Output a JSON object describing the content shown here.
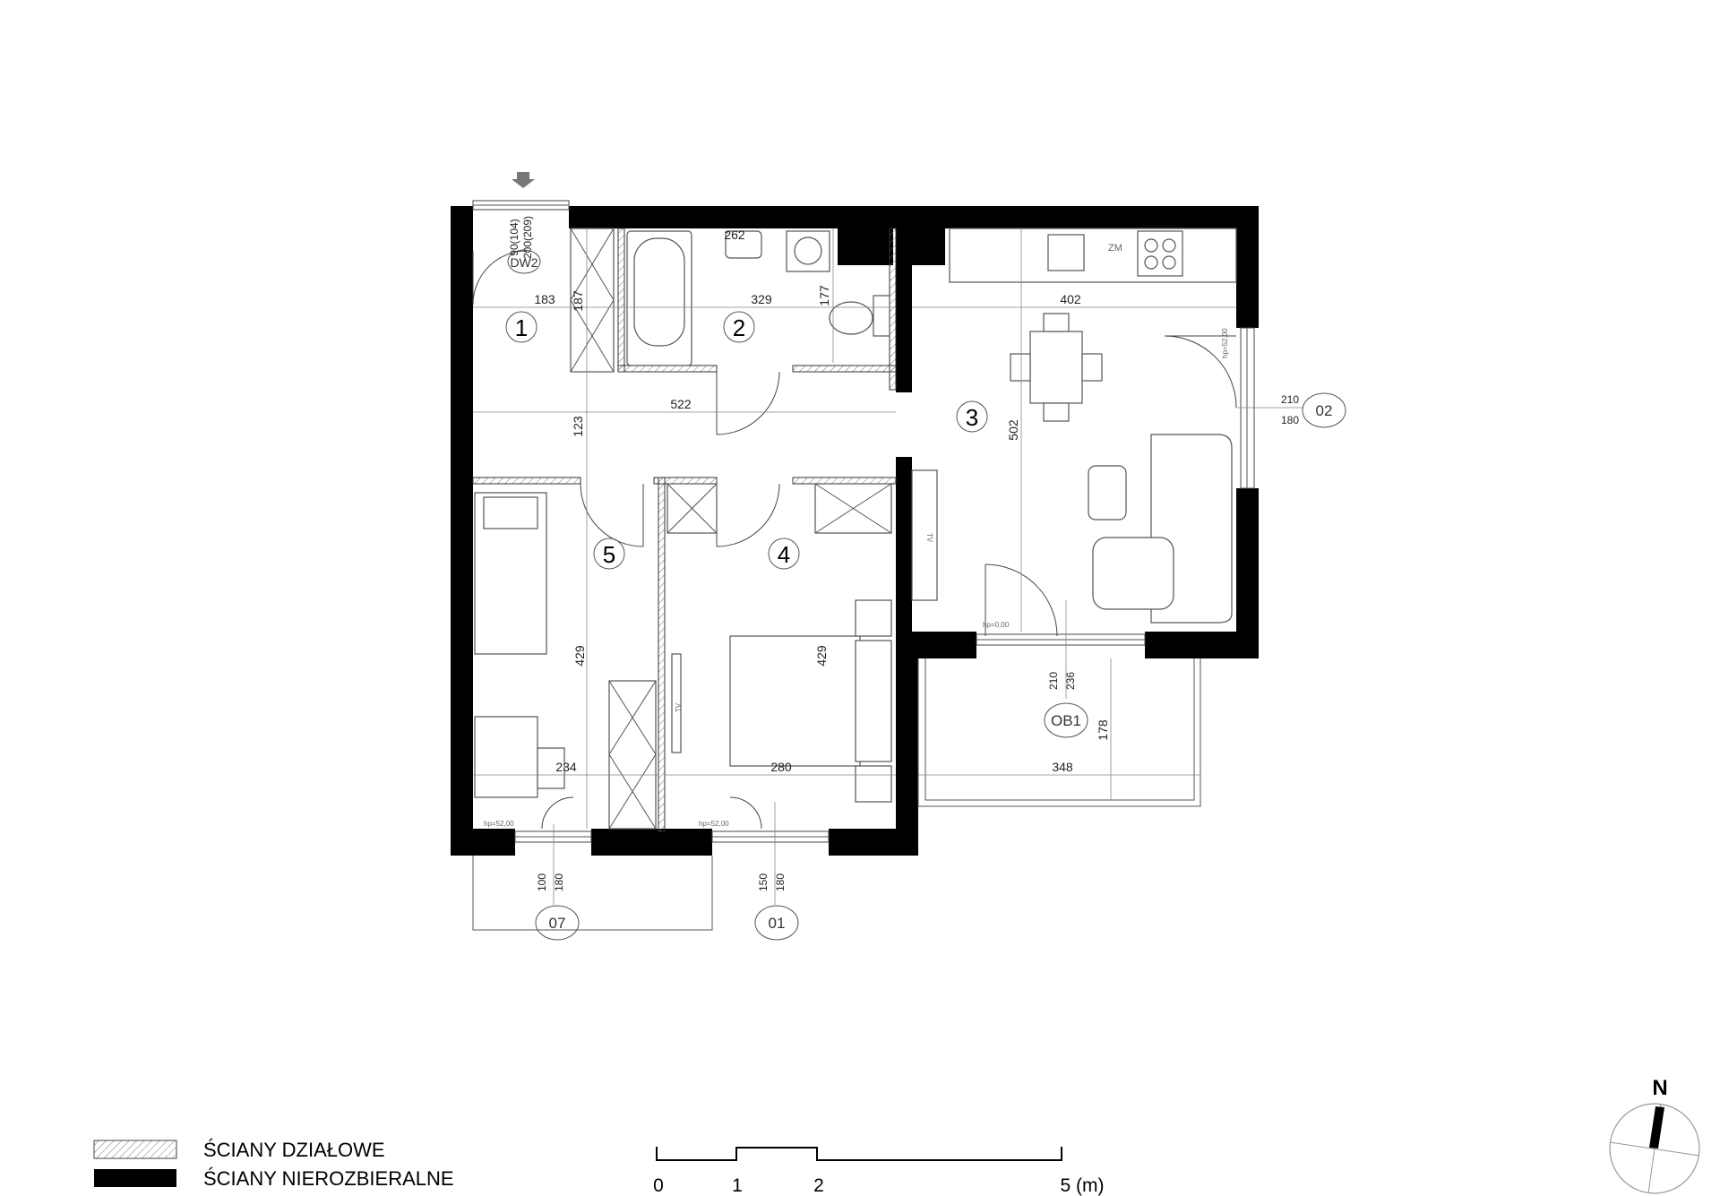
{
  "rooms": [
    {
      "number": "1"
    },
    {
      "number": "2"
    },
    {
      "number": "3"
    },
    {
      "number": "4"
    },
    {
      "number": "5"
    }
  ],
  "dimensions": {
    "d183": "183",
    "d187": "187",
    "d262": "262",
    "d329": "329",
    "d177": "177",
    "d402": "402",
    "d522": "522",
    "d123": "123",
    "d502": "502",
    "d429a": "429",
    "d429b": "429",
    "d234": "234",
    "d280": "280",
    "d348": "348",
    "d178": "178"
  },
  "openings": {
    "entry_door": {
      "tag": "DW2",
      "size_top": "90(104)",
      "size_bottom": "200(209)"
    },
    "window_02": {
      "tag": "02",
      "size_top": "210",
      "size_bottom": "180"
    },
    "balcony_door": {
      "tag": "OB1",
      "size_top": "210",
      "size_bottom": "236"
    },
    "window_07": {
      "tag": "07",
      "size_top": "100",
      "size_bottom": "180"
    },
    "window_01": {
      "tag": "01",
      "size_top": "150",
      "size_bottom": "180"
    }
  },
  "annotations": {
    "hp_000": "hp=0,00",
    "hp_5200_a": "hp=52,00",
    "hp_5200_b": "hp=52,00",
    "hp_5200_c": "hp=52,00",
    "zm": "ZM",
    "tv1": "TV",
    "tv2": "TV"
  },
  "legend": {
    "partition_walls": "ŚCIANY DZIAŁOWE",
    "structural_walls": "ŚCIANY NIEROZBIERALNE"
  },
  "scale_bar": {
    "labels": [
      "0",
      "1",
      "2",
      "5 (m)"
    ]
  },
  "compass": {
    "label": "N"
  }
}
